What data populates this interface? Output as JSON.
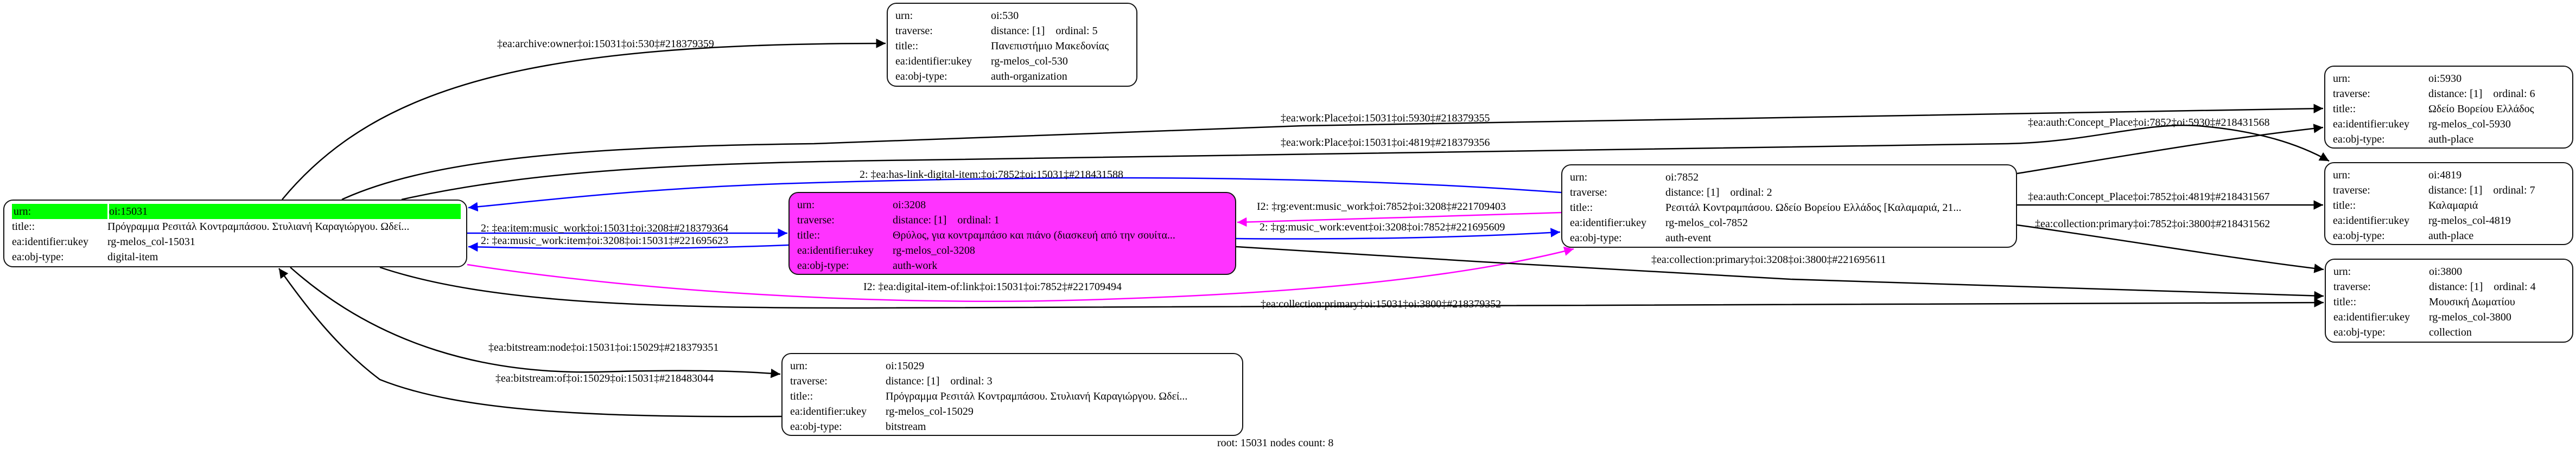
{
  "colors": {
    "root_highlight": "#00ff00",
    "focus_node": "#ff33ff",
    "blue_edge": "#0000ff",
    "magenta_edge": "#ff00ff",
    "black_edge": "#000000"
  },
  "row_labels": {
    "urn": "urn:",
    "traverse": "traverse:",
    "title": "title::",
    "ukey": "ea:identifier:ukey",
    "objtype": "ea:obj-type:"
  },
  "nodes": [
    {
      "id": "n15031",
      "urn": "oi:15031",
      "title": "Πρόγραμμα Ρεσιτάλ Κοντραμπάσου. Στυλιανή Καραγιώργου. Ωδεί...",
      "ukey": "rg-melos_col-15031",
      "objtype": "digital-item",
      "root": true
    },
    {
      "id": "n530",
      "urn": "oi:530",
      "traverse": "distance: [1]    ordinal: 5",
      "title": "Πανεπιστήμιο Μακεδονίας",
      "ukey": "rg-melos_col-530",
      "objtype": "auth-organization"
    },
    {
      "id": "n3208",
      "urn": "oi:3208",
      "traverse": "distance: [1]    ordinal: 1",
      "title": "Θρύλος, για κοντραμπάσο και πιάνο (διασκευή από την σουίτα...",
      "ukey": "rg-melos_col-3208",
      "objtype": "auth-work",
      "magenta": true
    },
    {
      "id": "n7852",
      "urn": "oi:7852",
      "traverse": "distance: [1]    ordinal: 2",
      "title": "Ρεσιτάλ Κοντραμπάσου. Ωδείο Βορείου Ελλάδος [Καλαμαριά, 21...",
      "ukey": "rg-melos_col-7852",
      "objtype": "auth-event"
    },
    {
      "id": "n5930",
      "urn": "oi:5930",
      "traverse": "distance: [1]    ordinal: 6",
      "title": "Ωδείο Βορείου Ελλάδος",
      "ukey": "rg-melos_col-5930",
      "objtype": "auth-place"
    },
    {
      "id": "n4819",
      "urn": "oi:4819",
      "traverse": "distance: [1]    ordinal: 7",
      "title": "Καλαμαριά",
      "ukey": "rg-melos_col-4819",
      "objtype": "auth-place"
    },
    {
      "id": "n3800",
      "urn": "oi:3800",
      "traverse": "distance: [1]    ordinal: 4",
      "title": "Μουσική Δωματίου",
      "ukey": "rg-melos_col-3800",
      "objtype": "collection"
    },
    {
      "id": "n15029",
      "urn": "oi:15029",
      "traverse": "distance: [1]    ordinal: 3",
      "title": "Πρόγραμμα Ρεσιτάλ Κοντραμπάσου. Στυλιανή Καραγιώργου. Ωδεί...",
      "ukey": "rg-melos_col-15029",
      "objtype": "bitstream"
    }
  ],
  "edges": [
    {
      "label": "‡ea:archive:owner‡oi:15031‡oi:530‡#218379359",
      "color": "black"
    },
    {
      "label": "‡ea:work:Place‡oi:15031‡oi:5930‡#218379355",
      "color": "black"
    },
    {
      "label": "‡ea:work:Place‡oi:15031‡oi:4819‡#218379356",
      "color": "black"
    },
    {
      "label": "2: ‡ea:has-link-digital-item:‡oi:7852‡oi:15031‡#218431588",
      "color": "blue"
    },
    {
      "label": "I2: ‡rg:event:music_work‡oi:7852‡oi:3208‡#221709403",
      "color": "magenta"
    },
    {
      "label": "2: ‡rg:music_work:event‡oi:3208‡oi:7852‡#221695609",
      "color": "blue"
    },
    {
      "label": "2: ‡ea:item:music_work‡oi:15031‡oi:3208‡#218379364",
      "color": "blue"
    },
    {
      "label": "2: ‡ea:music_work:item‡oi:3208‡oi:15031‡#221695623",
      "color": "blue"
    },
    {
      "label": "I2: ‡ea:digital-item-of:link‡oi:15031‡oi:7852‡#221709494",
      "color": "magenta"
    },
    {
      "label": "‡ea:collection:primary‡oi:3208‡oi:3800‡#221695611",
      "color": "black"
    },
    {
      "label": "‡ea:collection:primary‡oi:15031‡oi:3800‡#218379352",
      "color": "black"
    },
    {
      "label": "‡ea:bitstream:node‡oi:15031‡oi:15029‡#218379351",
      "color": "black"
    },
    {
      "label": "‡ea:bitstream:of‡oi:15029‡oi:15031‡#218483044",
      "color": "black"
    },
    {
      "label": "‡ea:auth:Concept_Place‡oi:7852‡oi:5930‡#218431568",
      "color": "black"
    },
    {
      "label": "‡ea:auth:Concept_Place‡oi:7852‡oi:4819‡#218431567",
      "color": "black"
    },
    {
      "label": "‡ea:collection:primary‡oi:7852‡oi:3800‡#218431562",
      "color": "black"
    }
  ],
  "footer": "root: 15031 nodes count: 8"
}
